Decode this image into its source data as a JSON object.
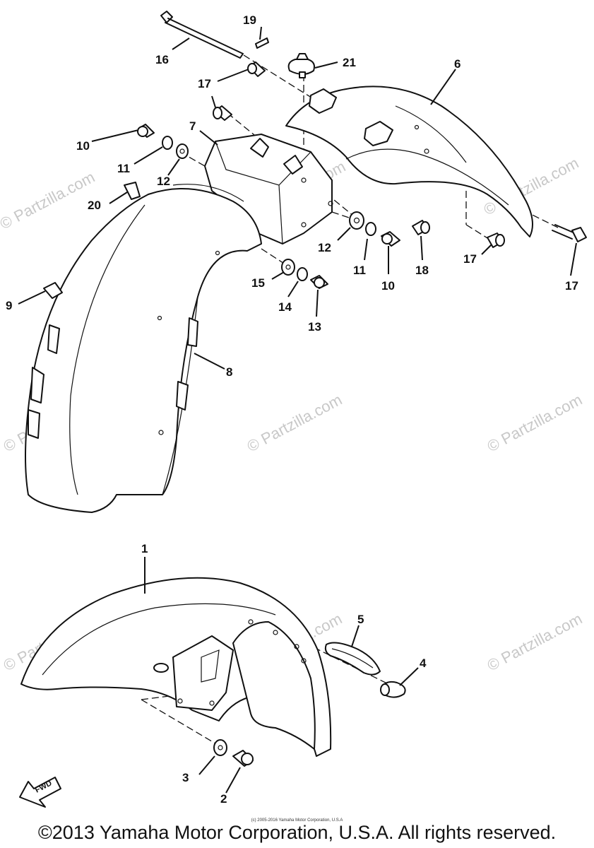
{
  "watermark_text": "© Partzilla.com",
  "callouts": [
    {
      "id": "1",
      "label": "1"
    },
    {
      "id": "2",
      "label": "2"
    },
    {
      "id": "3",
      "label": "3"
    },
    {
      "id": "4",
      "label": "4"
    },
    {
      "id": "5",
      "label": "5"
    },
    {
      "id": "6",
      "label": "6"
    },
    {
      "id": "7",
      "label": "7"
    },
    {
      "id": "8",
      "label": "8"
    },
    {
      "id": "9",
      "label": "9"
    },
    {
      "id": "10a",
      "label": "10"
    },
    {
      "id": "10b",
      "label": "10"
    },
    {
      "id": "11a",
      "label": "11"
    },
    {
      "id": "11b",
      "label": "11"
    },
    {
      "id": "12a",
      "label": "12"
    },
    {
      "id": "12b",
      "label": "12"
    },
    {
      "id": "13",
      "label": "13"
    },
    {
      "id": "14",
      "label": "14"
    },
    {
      "id": "15",
      "label": "15"
    },
    {
      "id": "16",
      "label": "16"
    },
    {
      "id": "17a",
      "label": "17"
    },
    {
      "id": "17b",
      "label": "17"
    },
    {
      "id": "17c",
      "label": "17"
    },
    {
      "id": "18",
      "label": "18"
    },
    {
      "id": "19",
      "label": "19"
    },
    {
      "id": "20",
      "label": "20"
    },
    {
      "id": "21",
      "label": "21"
    }
  ],
  "fwd_label": "FWD",
  "small_copyright": "(c) 2005-2016 Yamaha Motor Corporation, U.S.A",
  "copyright": "©2013 Yamaha Motor Corporation, U.S.A. All rights reserved."
}
